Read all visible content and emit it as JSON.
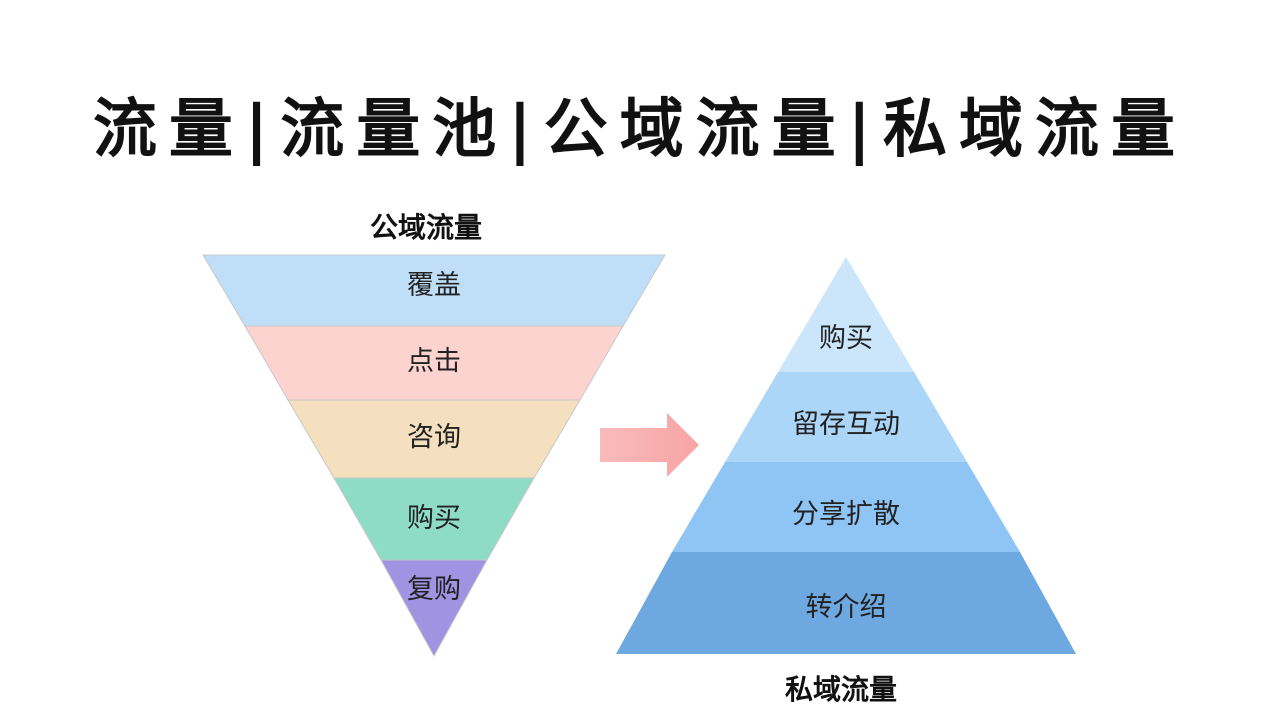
{
  "title": "流量|流量池|公域流量|私域流量",
  "public_funnel": {
    "caption": "公域流量",
    "layers": [
      {
        "label": "覆盖",
        "color": "#bfdff9"
      },
      {
        "label": "点击",
        "color": "#fdd3d0"
      },
      {
        "label": "咨询",
        "color": "#f4dfbe"
      },
      {
        "label": "购买",
        "color": "#8fdcc5"
      },
      {
        "label": "复购",
        "color": "#9f93e2"
      }
    ]
  },
  "arrow": {
    "color": "#f8a4a4"
  },
  "private_pyramid": {
    "caption": "私域流量",
    "layers": [
      {
        "label": "购买",
        "color": "#cbe6fb"
      },
      {
        "label": "留存互动",
        "color": "#acd6f8"
      },
      {
        "label": "分享扩散",
        "color": "#8fc5f5"
      },
      {
        "label": "转介绍",
        "color": "#6ea8e1"
      }
    ]
  }
}
